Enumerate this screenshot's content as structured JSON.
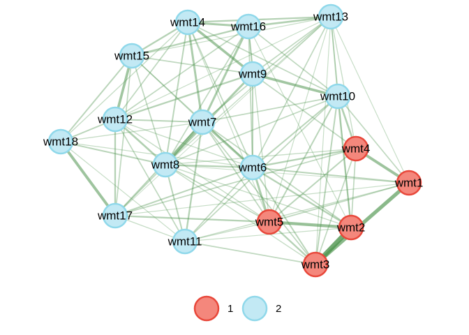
{
  "graph": {
    "group_colors": {
      "1": {
        "fill": "#F4877C",
        "stroke": "#E8473A"
      },
      "2": {
        "fill": "#C2E9F4",
        "stroke": "#8FD8EA"
      }
    },
    "edge_color": "#4E944E",
    "nodes": [
      {
        "id": "wmt1",
        "label": "wmt1",
        "group": "1"
      },
      {
        "id": "wmt2",
        "label": "wmt2",
        "group": "1"
      },
      {
        "id": "wmt3",
        "label": "wmt3",
        "group": "1"
      },
      {
        "id": "wmt4",
        "label": "wmt4",
        "group": "1"
      },
      {
        "id": "wmt5",
        "label": "wmt5",
        "group": "1"
      },
      {
        "id": "wmt6",
        "label": "wmt6",
        "group": "2"
      },
      {
        "id": "wmt7",
        "label": "wmt7",
        "group": "2"
      },
      {
        "id": "wmt8",
        "label": "wmt8",
        "group": "2"
      },
      {
        "id": "wmt9",
        "label": "wmt9",
        "group": "2"
      },
      {
        "id": "wmt10",
        "label": "wmt10",
        "group": "2"
      },
      {
        "id": "wmt11",
        "label": "wmt11",
        "group": "2"
      },
      {
        "id": "wmt12",
        "label": "wmt12",
        "group": "2"
      },
      {
        "id": "wmt13",
        "label": "wmt13",
        "group": "2"
      },
      {
        "id": "wmt14",
        "label": "wmt14",
        "group": "2"
      },
      {
        "id": "wmt15",
        "label": "wmt15",
        "group": "2"
      },
      {
        "id": "wmt16",
        "label": "wmt16",
        "group": "2"
      },
      {
        "id": "wmt17",
        "label": "wmt17",
        "group": "2"
      },
      {
        "id": "wmt18",
        "label": "wmt18",
        "group": "2"
      }
    ],
    "edges": [
      {
        "source": "wmt2",
        "target": "wmt3",
        "weight": 1.0
      },
      {
        "source": "wmt1",
        "target": "wmt3",
        "weight": 0.75
      },
      {
        "source": "wmt5",
        "target": "wmt2",
        "weight": 0.6
      },
      {
        "source": "wmt4",
        "target": "wmt1",
        "weight": 0.55
      },
      {
        "source": "wmt18",
        "target": "wmt17",
        "weight": 0.55
      },
      {
        "source": "wmt14",
        "target": "wmt9",
        "weight": 0.5
      },
      {
        "source": "wmt9",
        "target": "wmt10",
        "weight": 0.5
      },
      {
        "source": "wmt15",
        "target": "wmt12",
        "weight": 0.5
      },
      {
        "source": "wmt7",
        "target": "wmt8",
        "weight": 0.5
      },
      {
        "source": "wmt7",
        "target": "wmt6",
        "weight": 0.45
      },
      {
        "source": "wmt16",
        "target": "wmt7",
        "weight": 0.4
      },
      {
        "source": "wmt14",
        "target": "wmt7",
        "weight": 0.4
      },
      {
        "source": "wmt8",
        "target": "wmt9",
        "weight": 0.4
      },
      {
        "source": "wmt6",
        "target": "wmt5",
        "weight": 0.4
      },
      {
        "source": "wmt14",
        "target": "wmt16",
        "weight": 0.4
      },
      {
        "source": "wmt16",
        "target": "wmt13",
        "weight": 0.35
      },
      {
        "source": "wmt14",
        "target": "wmt13",
        "weight": 0.3
      },
      {
        "source": "wmt10",
        "target": "wmt4",
        "weight": 0.35
      },
      {
        "source": "wmt10",
        "target": "wmt2",
        "weight": 0.3
      },
      {
        "source": "wmt8",
        "target": "wmt6",
        "weight": 0.3
      },
      {
        "source": "wmt12",
        "target": "wmt8",
        "weight": 0.35
      },
      {
        "source": "wmt12",
        "target": "wmt17",
        "weight": 0.3
      },
      {
        "source": "wmt15",
        "target": "wmt14",
        "weight": 0.3
      },
      {
        "source": "wmt15",
        "target": "wmt16",
        "weight": 0.3
      },
      {
        "source": "wmt18",
        "target": "wmt12",
        "weight": 0.25
      },
      {
        "source": "wmt18",
        "target": "wmt15",
        "weight": 0.25
      },
      {
        "source": "wmt18",
        "target": "wmt8",
        "weight": 0.25
      },
      {
        "source": "wmt17",
        "target": "wmt5",
        "weight": 0.3
      },
      {
        "source": "wmt17",
        "target": "wmt6",
        "weight": 0.25
      },
      {
        "source": "wmt17",
        "target": "wmt7",
        "weight": 0.25
      },
      {
        "source": "wmt17",
        "target": "wmt15",
        "weight": 0.2
      },
      {
        "source": "wmt11",
        "target": "wmt7",
        "weight": 0.3
      },
      {
        "source": "wmt11",
        "target": "wmt8",
        "weight": 0.25
      },
      {
        "source": "wmt11",
        "target": "wmt3",
        "weight": 0.2
      },
      {
        "source": "wmt11",
        "target": "wmt6",
        "weight": 0.2
      },
      {
        "source": "wmt11",
        "target": "wmt12",
        "weight": 0.2
      },
      {
        "source": "wmt11",
        "target": "wmt1",
        "weight": 0.15
      },
      {
        "source": "wmt11",
        "target": "wmt10",
        "weight": 0.2
      },
      {
        "source": "wmt6",
        "target": "wmt4",
        "weight": 0.3
      },
      {
        "source": "wmt6",
        "target": "wmt1",
        "weight": 0.25
      },
      {
        "source": "wmt6",
        "target": "wmt2",
        "weight": 0.3
      },
      {
        "source": "wmt6",
        "target": "wmt3",
        "weight": 0.25
      },
      {
        "source": "wmt6",
        "target": "wmt13",
        "weight": 0.2
      },
      {
        "source": "wmt6",
        "target": "wmt10",
        "weight": 0.25
      },
      {
        "source": "wmt9",
        "target": "wmt6",
        "weight": 0.25
      },
      {
        "source": "wmt9",
        "target": "wmt12",
        "weight": 0.3
      },
      {
        "source": "wmt9",
        "target": "wmt15",
        "weight": 0.2
      },
      {
        "source": "wmt9",
        "target": "wmt16",
        "weight": 0.2
      },
      {
        "source": "wmt9",
        "target": "wmt13",
        "weight": 0.2
      },
      {
        "source": "wmt9",
        "target": "wmt4",
        "weight": 0.2
      },
      {
        "source": "wmt10",
        "target": "wmt13",
        "weight": 0.2
      },
      {
        "source": "wmt10",
        "target": "wmt3",
        "weight": 0.25
      },
      {
        "source": "wmt10",
        "target": "wmt5",
        "weight": 0.25
      },
      {
        "source": "wmt10",
        "target": "wmt1",
        "weight": 0.2
      },
      {
        "source": "wmt10",
        "target": "wmt14",
        "weight": 0.2
      },
      {
        "source": "wmt10",
        "target": "wmt8",
        "weight": 0.2
      },
      {
        "source": "wmt4",
        "target": "wmt5",
        "weight": 0.25
      },
      {
        "source": "wmt4",
        "target": "wmt3",
        "weight": 0.2
      },
      {
        "source": "wmt4",
        "target": "wmt2",
        "weight": 0.2
      },
      {
        "source": "wmt4",
        "target": "wmt17",
        "weight": 0.2
      },
      {
        "source": "wmt4",
        "target": "wmt8",
        "weight": 0.15
      },
      {
        "source": "wmt4",
        "target": "wmt13",
        "weight": 0.15
      },
      {
        "source": "wmt1",
        "target": "wmt5",
        "weight": 0.2
      },
      {
        "source": "wmt1",
        "target": "wmt17",
        "weight": 0.12
      },
      {
        "source": "wmt1",
        "target": "wmt8",
        "weight": 0.1
      },
      {
        "source": "wmt1",
        "target": "wmt13",
        "weight": 0.12
      },
      {
        "source": "wmt2",
        "target": "wmt8",
        "weight": 0.15
      },
      {
        "source": "wmt2",
        "target": "wmt7",
        "weight": 0.2
      },
      {
        "source": "wmt2",
        "target": "wmt13",
        "weight": 0.12
      },
      {
        "source": "wmt2",
        "target": "wmt16",
        "weight": 0.12
      },
      {
        "source": "wmt3",
        "target": "wmt5",
        "weight": 0.3
      },
      {
        "source": "wmt3",
        "target": "wmt7",
        "weight": 0.2
      },
      {
        "source": "wmt3",
        "target": "wmt8",
        "weight": 0.15
      },
      {
        "source": "wmt3",
        "target": "wmt13",
        "weight": 0.12
      },
      {
        "source": "wmt5",
        "target": "wmt7",
        "weight": 0.2
      },
      {
        "source": "wmt5",
        "target": "wmt8",
        "weight": 0.2
      },
      {
        "source": "wmt5",
        "target": "wmt12",
        "weight": 0.15
      },
      {
        "source": "wmt5",
        "target": "wmt16",
        "weight": 0.15
      },
      {
        "source": "wmt5",
        "target": "wmt14",
        "weight": 0.12
      },
      {
        "source": "wmt5",
        "target": "wmt13",
        "weight": 0.12
      },
      {
        "source": "wmt7",
        "target": "wmt12",
        "weight": 0.25
      },
      {
        "source": "wmt7",
        "target": "wmt15",
        "weight": 0.2
      },
      {
        "source": "wmt7",
        "target": "wmt10",
        "weight": 0.2
      },
      {
        "source": "wmt7",
        "target": "wmt13",
        "weight": 0.2
      },
      {
        "source": "wmt7",
        "target": "wmt18",
        "weight": 0.15
      },
      {
        "source": "wmt8",
        "target": "wmt14",
        "weight": 0.25
      },
      {
        "source": "wmt8",
        "target": "wmt15",
        "weight": 0.2
      },
      {
        "source": "wmt8",
        "target": "wmt16",
        "weight": 0.2
      },
      {
        "source": "wmt8",
        "target": "wmt13",
        "weight": 0.15
      },
      {
        "source": "wmt8",
        "target": "wmt17",
        "weight": 0.2
      },
      {
        "source": "wmt12",
        "target": "wmt16",
        "weight": 0.2
      },
      {
        "source": "wmt12",
        "target": "wmt14",
        "weight": 0.2
      },
      {
        "source": "wmt12",
        "target": "wmt6",
        "weight": 0.15
      },
      {
        "source": "wmt14",
        "target": "wmt6",
        "weight": 0.2
      },
      {
        "source": "wmt15",
        "target": "wmt6",
        "weight": 0.15
      },
      {
        "source": "wmt16",
        "target": "wmt6",
        "weight": 0.2
      },
      {
        "source": "wmt16",
        "target": "wmt10",
        "weight": 0.2
      },
      {
        "source": "wmt17",
        "target": "wmt11",
        "weight": 0.15
      },
      {
        "source": "wmt17",
        "target": "wmt13",
        "weight": 0.1
      },
      {
        "source": "wmt18",
        "target": "wmt14",
        "weight": 0.15
      },
      {
        "source": "wmt18",
        "target": "wmt6",
        "weight": 0.12
      },
      {
        "source": "wmt18",
        "target": "wmt11",
        "weight": 0.12
      },
      {
        "source": "wmt13",
        "target": "wmt12",
        "weight": 0.12
      },
      {
        "source": "wmt13",
        "target": "wmt15",
        "weight": 0.12
      },
      {
        "source": "wmt11",
        "target": "wmt5",
        "weight": 0.15
      },
      {
        "source": "wmt11",
        "target": "wmt2",
        "weight": 0.12
      }
    ]
  },
  "legend": {
    "items": [
      {
        "group": "1",
        "label": "1"
      },
      {
        "group": "2",
        "label": "2"
      }
    ]
  }
}
